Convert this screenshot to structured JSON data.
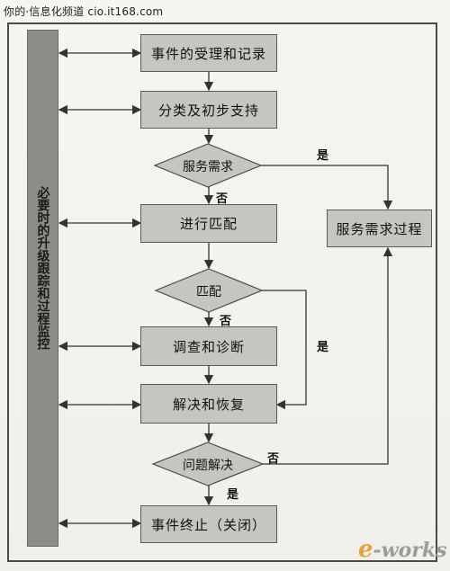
{
  "watermark": "你的·信息化频道 cio.it168.com",
  "side_label": "必要时的升级跟踪和过程监控",
  "nodes": {
    "record": "事件的受理和记录",
    "classify": "分类及初步支持",
    "service_request": "服务需求",
    "match_process": "进行匹配",
    "match": "匹配",
    "investigate": "调查和诊断",
    "resolve": "解决和恢复",
    "solved": "问题解决",
    "close": "事件终止（关闭）",
    "service_process": "服务需求过程"
  },
  "edge_labels": {
    "yes_service": "是",
    "no_service": "否",
    "no_match": "否",
    "yes_match": "是",
    "no_solved": "否",
    "yes_solved": "是"
  },
  "logo_text": "e-works",
  "colors": {
    "box_fill": "#c6c5c1",
    "sidebar_fill": "#8d8c89",
    "line": "#333333"
  }
}
